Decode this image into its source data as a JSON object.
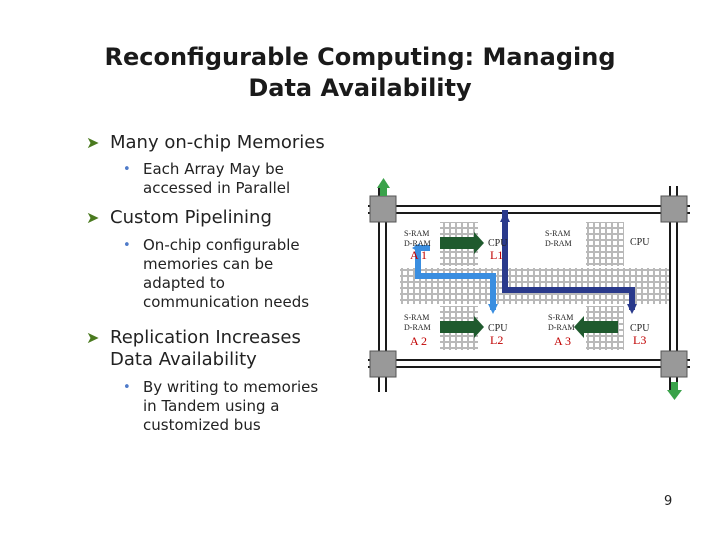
{
  "title": {
    "line1": "Reconfigurable Computing: Managing",
    "line2": "Data Availability"
  },
  "bullets": [
    {
      "text": "Many on-chip Memories",
      "sub": {
        "lines": [
          "Each Array May be",
          "accessed in Parallel"
        ]
      }
    },
    {
      "text": "Custom Pipelining",
      "sub": {
        "lines": [
          "On-chip configurable",
          "memories can be",
          "adapted to",
          "communication needs"
        ]
      }
    },
    {
      "lines": [
        "Replication Increases",
        "Data Availability"
      ],
      "sub": {
        "lines": [
          "By writing to memories",
          "in Tandem using a",
          "customized bus"
        ]
      }
    }
  ],
  "diagram": {
    "memory": {
      "line1": "S-RAM",
      "line2": "D-RAM"
    },
    "cpu_label": "CPU",
    "array_labels": [
      "A 1",
      "A 2",
      "A 3"
    ],
    "cpu_ids": [
      "L1",
      "L2",
      "L3"
    ],
    "colors": {
      "grid": "#1a1a1a",
      "switch": "#999999",
      "pipeline": "#1f5a2e",
      "bus_light": "#3a8ee0",
      "bus_dark": "#2a3a8c",
      "label_red": "#c00000",
      "io_green": "#3aa24a"
    }
  },
  "page_number": "9"
}
